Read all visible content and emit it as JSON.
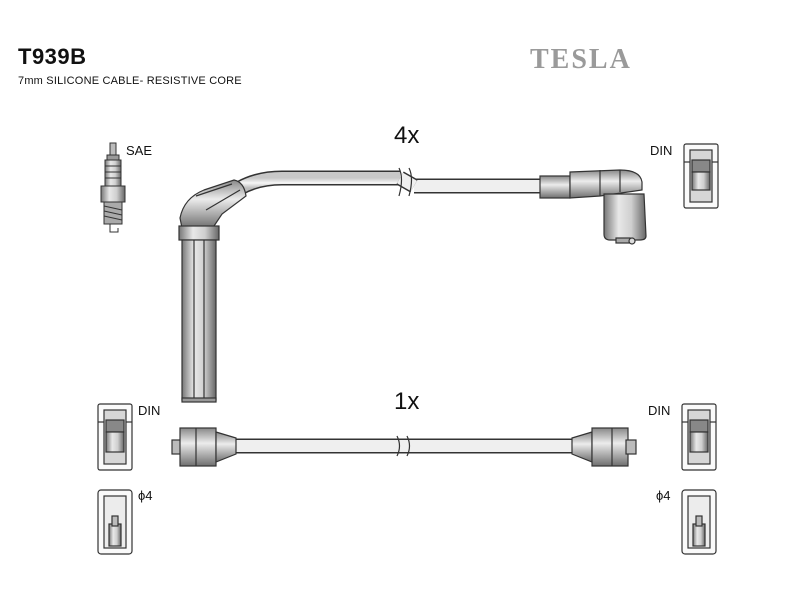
{
  "header": {
    "part_number": "T939B",
    "description": "7mm SILICONE CABLE- RESISTIVE CORE",
    "brand": "TESLA"
  },
  "top_set": {
    "quantity": "4x",
    "left_connector_label": "SAE",
    "right_connector_label": "DIN"
  },
  "bottom_set": {
    "quantity": "1x",
    "left_upper_label": "DIN",
    "left_lower_label": "ϕ4",
    "right_upper_label": "DIN",
    "right_lower_label": "ϕ4"
  },
  "colors": {
    "line": "#333333",
    "fill_light": "#e6e6e6",
    "fill_dark": "#8c8c8c",
    "brand": "#9a9a9a"
  }
}
